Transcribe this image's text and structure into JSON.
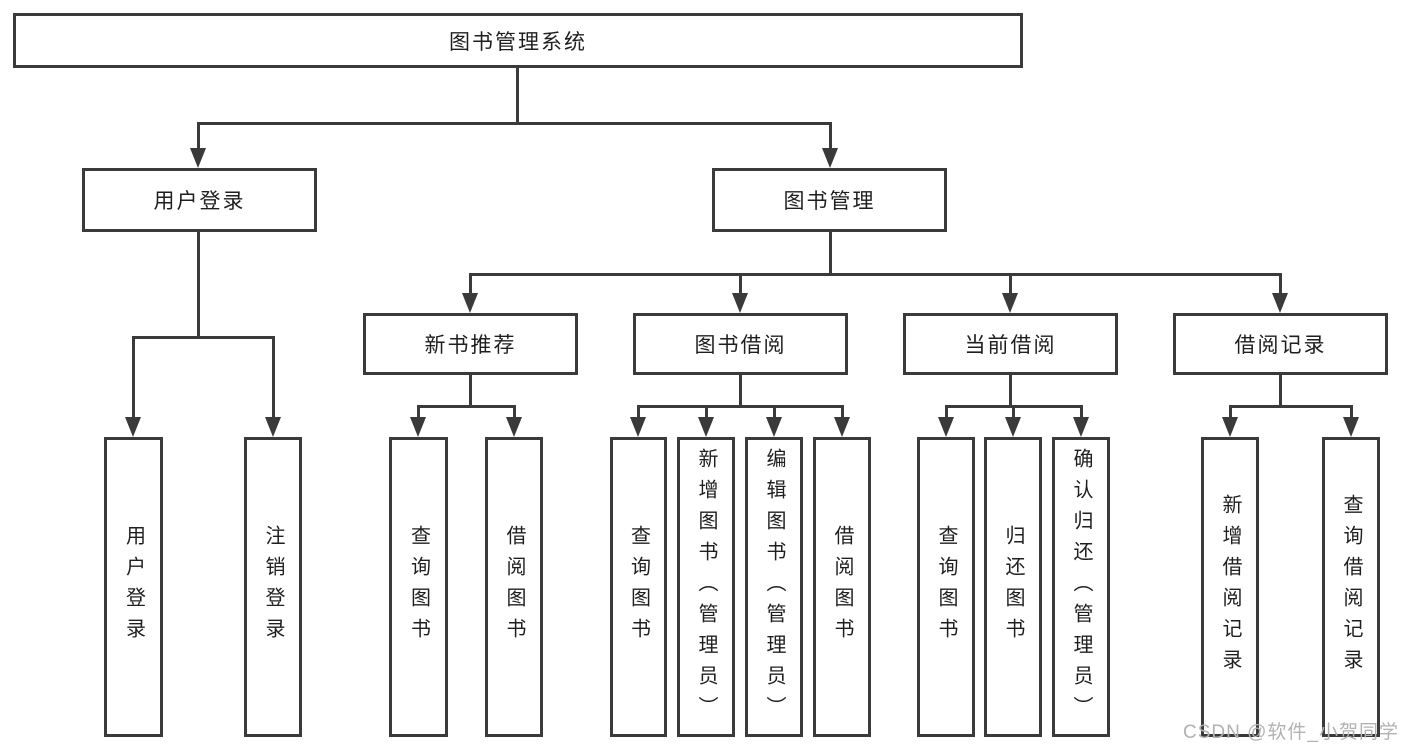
{
  "root": {
    "label": "图书管理系统"
  },
  "level2": {
    "user_login": {
      "label": "用户登录"
    },
    "book_mgmt": {
      "label": "图书管理"
    }
  },
  "level3": {
    "new_book_rec": {
      "label": "新书推荐"
    },
    "book_borrow": {
      "label": "图书借阅"
    },
    "current_borrow": {
      "label": "当前借阅"
    },
    "borrow_records": {
      "label": "借阅记录"
    }
  },
  "leaves": {
    "login_user_login": {
      "label": "用户登录"
    },
    "login_logout": {
      "label": "注销登录"
    },
    "rec_query_books": {
      "label": "查询图书"
    },
    "rec_borrow_books": {
      "label": "借阅图书"
    },
    "borrow_query_books": {
      "label": "查询图书"
    },
    "borrow_add_books": {
      "label": "新增图书（管理员）"
    },
    "borrow_edit_books": {
      "label": "编辑图书（管理员）"
    },
    "borrow_borrow_books": {
      "label": "借阅图书"
    },
    "current_query_books": {
      "label": "查询图书"
    },
    "current_return_books": {
      "label": "归还图书"
    },
    "current_confirm_return": {
      "label": "确认归还（管理员）"
    },
    "records_add_record": {
      "label": "新增借阅记录"
    },
    "records_query_record": {
      "label": "查询借阅记录"
    }
  },
  "watermark": {
    "text": "CSDN @软件_小贺同学"
  },
  "colors": {
    "line": "#3a3a3a",
    "text": "#1f1f1f",
    "watermark": "#b2b2b2"
  }
}
